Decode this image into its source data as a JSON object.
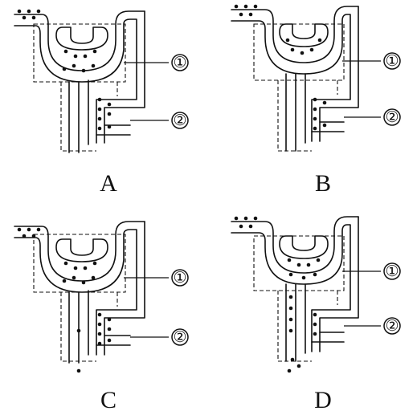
{
  "panels": [
    {
      "id": "A",
      "caption": "A",
      "marker_1": "①",
      "marker_2": "②",
      "stream_dots": true
    },
    {
      "id": "B",
      "caption": "B",
      "marker_1": "①",
      "marker_2": "②",
      "stream_dots": true
    },
    {
      "id": "C",
      "caption": "C",
      "marker_1": "①",
      "marker_2": "②",
      "stream_dots": true
    },
    {
      "id": "D",
      "caption": "D",
      "marker_1": "①",
      "marker_2": "②",
      "stream_dots": true
    }
  ]
}
